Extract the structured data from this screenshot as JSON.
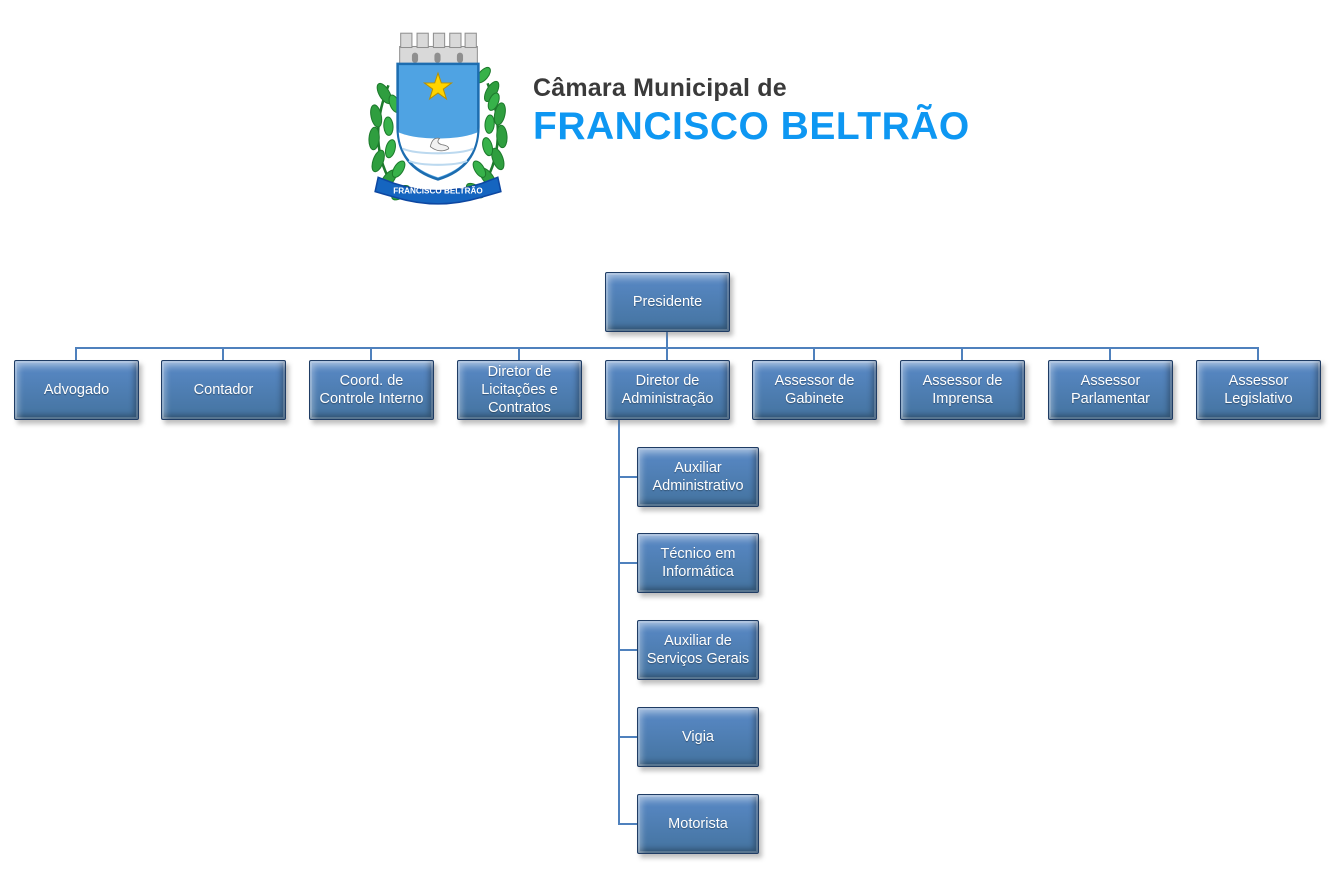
{
  "header": {
    "org_name_line1": "Câmara Municipal de",
    "org_name_line2": "FRANCISCO BELTRÃO",
    "crest_ribbon_text": "FRANCISCO BELTRÃO"
  },
  "chart": {
    "root": {
      "label": "Presidente"
    },
    "level2": [
      {
        "label": "Advogado"
      },
      {
        "label": "Contador"
      },
      {
        "label": "Coord. de Controle Interno"
      },
      {
        "label": "Diretor de Licitações e Contratos"
      },
      {
        "label": "Diretor de Administração"
      },
      {
        "label": "Assessor de Gabinete"
      },
      {
        "label": "Assessor de Imprensa"
      },
      {
        "label": "Assessor Parlamentar"
      },
      {
        "label": "Assessor Legislativo"
      }
    ],
    "admin_children": [
      {
        "label": "Auxiliar Administrativo"
      },
      {
        "label": "Técnico em Informática"
      },
      {
        "label": "Auxiliar de Serviços Gerais"
      },
      {
        "label": "Vigia"
      },
      {
        "label": "Motorista"
      }
    ]
  },
  "colors": {
    "box_fill": "#4f81bd",
    "box_border": "#1f3c64",
    "connector": "#4f81bd",
    "brand_blue": "#0e97f2"
  }
}
